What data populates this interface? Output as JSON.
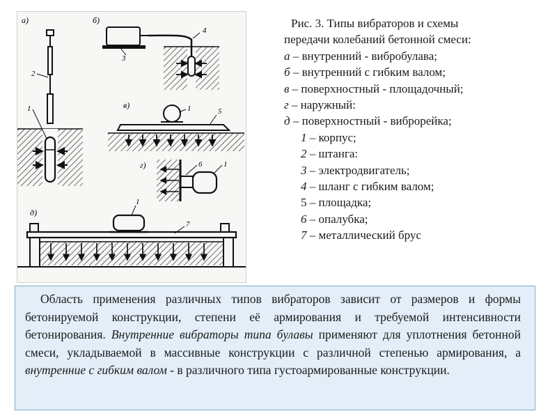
{
  "figure": {
    "panel_letters": [
      "а)",
      "б)",
      "в)",
      "г)",
      "д)"
    ],
    "callouts": [
      "1",
      "2",
      "3",
      "4",
      "5",
      "6",
      "7"
    ]
  },
  "caption": {
    "title": "Рис. 3. Типы вибраторов и схемы",
    "title2": "передачи колебаний бетонной смеси:",
    "types": [
      {
        "letter": "а",
        "text": "– внутренний - вибробулава;"
      },
      {
        "letter": "б",
        "text": "– внутренний с гибким валом;"
      },
      {
        "letter": "в",
        "text": "– поверхностный - площадочный;"
      },
      {
        "letter": "г",
        "text": "– наружный:"
      },
      {
        "letter": "д",
        "text": "– поверхностный - виброрейка;"
      }
    ],
    "parts": [
      {
        "num": "1",
        "text": "– корпус;"
      },
      {
        "num": "2",
        "text": "– штанга:"
      },
      {
        "num": "3",
        "text": "– электродвигатель;"
      },
      {
        "num": "4",
        "text": "– шланг с гибким валом;"
      },
      {
        "num": "5",
        "text": "–  площадка;"
      },
      {
        "num": "6",
        "text": "– опалубка;"
      },
      {
        "num": "7",
        "text": "–  металлический брус"
      }
    ]
  },
  "body_text": {
    "part1": "Область применения различных типов вибраторов зависит от размеров и формы бетонируемой конструкции, степени её армирования и требуемой интенсивности бетонирования. ",
    "italic1": "Внутренние вибраторы типа булавы",
    "part2": " применяют для уплотнения бетонной смеси, укладываемой  в массивные конструкции с различной степенью армирования, а ",
    "italic2": "внутренние с гибким валом",
    "part3": " - в различного типа густоармированные конструкции."
  }
}
